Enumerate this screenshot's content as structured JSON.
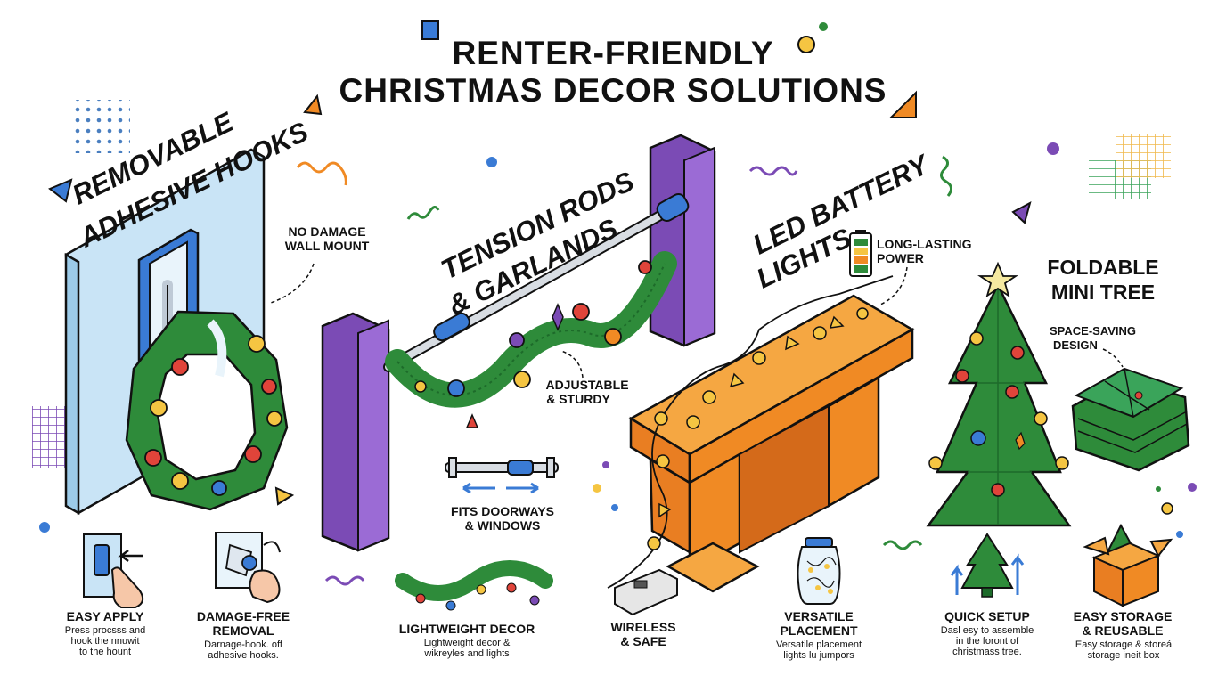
{
  "title": {
    "line1": "RENTER-FRIENDLY",
    "line2": "CHRISTMAS DECOR SOLUTIONS"
  },
  "sections": {
    "hooks": {
      "title_line1": "REMOVABLE",
      "title_line2": "ADHESIVE HOOKS",
      "callout_line1": "NO DAMAGE",
      "callout_line2": "WALL MOUNT"
    },
    "rods": {
      "title_line1": "TENSION RODS",
      "title_line2": "& GARLANDS",
      "callout_line1": "ADJUSTABLE",
      "callout_line2": "& STURDY",
      "fits_line1": "FITS DOORWAYS",
      "fits_line2": "& WINDOWS"
    },
    "lights": {
      "title_line1": "LED BATTERY",
      "title_line2": "LIGHTS",
      "callout_line1": "LONG-LASTING",
      "callout_line2": "POWER"
    },
    "tree": {
      "title_line1": "FOLDABLE",
      "title_line2": "MINI TREE",
      "callout_line1": "SPACE-SAVING",
      "callout_line2": "DESIGN"
    }
  },
  "features": [
    {
      "title_line1": "EASY APPLY",
      "title_line2": "",
      "desc_line1": "Press procsss and",
      "desc_line2": "hook the nnuwit",
      "desc_line3": "to the hount"
    },
    {
      "title_line1": "DAMAGE-FREE",
      "title_line2": "REMOVAL",
      "desc_line1": "Darnage-hook. off",
      "desc_line2": "adhesive hooks.",
      "desc_line3": ""
    },
    {
      "title_line1": "LIGHTWEIGHT DECOR",
      "title_line2": "",
      "desc_line1": "Lightweight decor &",
      "desc_line2": "wikreyles and lights",
      "desc_line3": ""
    },
    {
      "title_line1": "WIRELESS",
      "title_line2": "& SAFE",
      "desc_line1": "",
      "desc_line2": "",
      "desc_line3": ""
    },
    {
      "title_line1": "VERSATILE",
      "title_line2": "PLACEMENT",
      "desc_line1": "Versatile placement",
      "desc_line2": "lights lu jumpors",
      "desc_line3": ""
    },
    {
      "title_line1": "QUICK SETUP",
      "title_line2": "",
      "desc_line1": "Dasl esy to assemble",
      "desc_line2": "in the foront of",
      "desc_line3": "christmass tree."
    },
    {
      "title_line1": "EASY STORAGE",
      "title_line2": "& REUSABLE",
      "desc_line1": "Easy storage & storeá",
      "desc_line2": "storage ineit box",
      "desc_line3": ""
    }
  ],
  "colors": {
    "green": "#2e8b3a",
    "dark_green": "#1d6b2a",
    "purple": "#7b4bb5",
    "orange": "#f08a24",
    "blue_wall": "#bfe0f5",
    "red_ornament": "#e0443a",
    "yellow": "#f5c542"
  }
}
